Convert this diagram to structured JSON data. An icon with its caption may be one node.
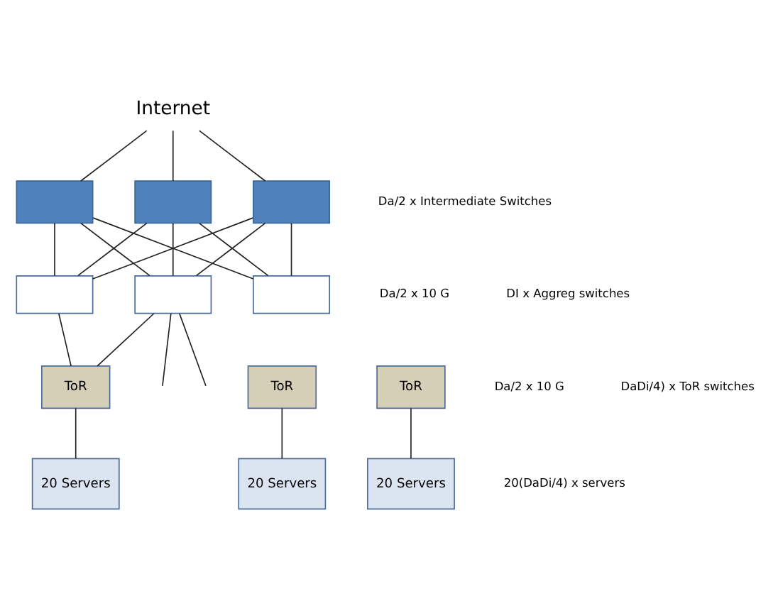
{
  "diagram": {
    "nodes": [
      {
        "text": [
          "Internet"
        ]
      },
      {
        "text": [],
        "shape": "box"
      },
      {
        "text": [],
        "shape": "box"
      },
      {
        "text": [],
        "shape": "box"
      },
      {
        "text": [],
        "shape": "box"
      },
      {
        "text": [],
        "shape": "box"
      },
      {
        "text": [],
        "shape": "box"
      },
      {
        "text": [
          "ToR"
        ]
      },
      {
        "text": [
          "ToR"
        ]
      },
      {
        "text": [
          "ToR"
        ]
      },
      {
        "text": [
          "20 Servers"
        ]
      },
      {
        "text": [
          "20 Servers"
        ]
      },
      {
        "text": [
          "20 Servers"
        ]
      }
    ],
    "edges": [
      {
        "from": 0,
        "to": 1,
        "arrow": "none"
      },
      {
        "from": 0,
        "to": 2,
        "arrow": "none"
      },
      {
        "from": 0,
        "to": 3,
        "arrow": "none"
      },
      {
        "from": 1,
        "to": 4,
        "arrow": "none"
      },
      {
        "from": 1,
        "to": 5,
        "arrow": "none"
      },
      {
        "from": 1,
        "to": 6,
        "arrow": "none"
      },
      {
        "from": 2,
        "to": 4,
        "arrow": "none"
      },
      {
        "from": 2,
        "to": 5,
        "arrow": "none"
      },
      {
        "from": 2,
        "to": 6,
        "arrow": "none"
      },
      {
        "from": 3,
        "to": 4,
        "arrow": "none"
      },
      {
        "from": 3,
        "to": 5,
        "arrow": "none"
      },
      {
        "from": 3,
        "to": 6,
        "arrow": "none"
      },
      {
        "from": 4,
        "to": 8,
        "arrow": "none"
      },
      {
        "from": 5,
        "to": 8,
        "arrow": "none"
      },
      {
        "from": 5,
        "to": null,
        "arrow": "none"
      },
      {
        "from": 5,
        "to": null,
        "arrow": "none"
      },
      {
        "from": 7,
        "to": 10,
        "arrow": "none"
      },
      {
        "from": 8,
        "to": 11,
        "arrow": "none"
      },
      {
        "from": 9,
        "to": 12,
        "arrow": "none"
      }
    ],
    "labels": [
      "Da/2 x Intermediate Switches",
      "Da/2 x 10 G",
      "DI x Aggreg switches",
      "Da/2 x 10 G",
      "DaDi/4) x ToR switches",
      "20(DaDi/4) x servers"
    ]
  }
}
